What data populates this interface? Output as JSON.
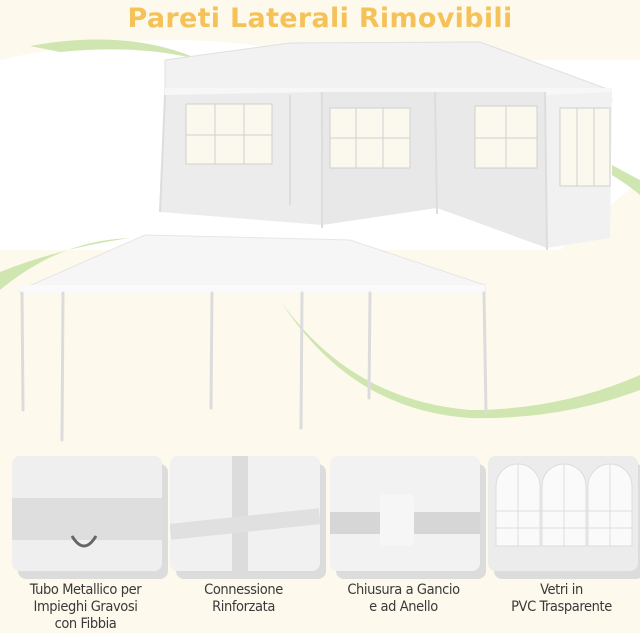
{
  "title": "Pareti Laterali Rimovibili",
  "colors": {
    "title": "#f5c25a",
    "background": "#fdf9ec",
    "accent_swoosh": "#c9e3a8"
  },
  "hero": {
    "top_image": "tent-with-removable-side-walls",
    "bottom_image": "tent-frame-open-without-walls"
  },
  "features": [
    {
      "icon": "metal-tube-buckle-photo",
      "label_lines": [
        "Tubo Metallico per",
        "Impieghi Gravosi",
        "con Fibbia"
      ]
    },
    {
      "icon": "reinforced-connector-photo",
      "label_lines": [
        "Connessione",
        "Rinforzata"
      ]
    },
    {
      "icon": "hook-and-loop-closure-photo",
      "label_lines": [
        "Chiusura a Gancio",
        "e ad Anello"
      ]
    },
    {
      "icon": "pvc-window-photo",
      "label_lines": [
        "Vetri in",
        "PVC Trasparente"
      ]
    }
  ]
}
